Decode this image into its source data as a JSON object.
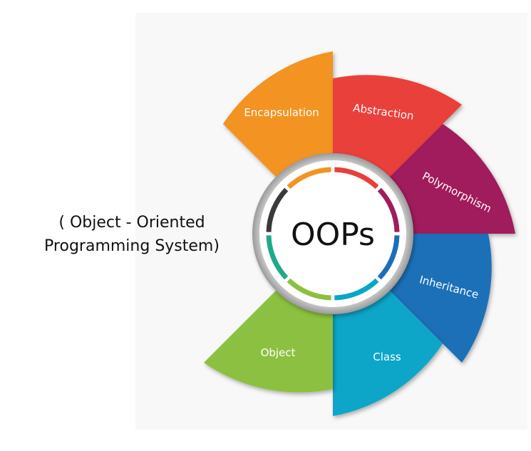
{
  "center_title": "OOPs",
  "subtitle_line1": "( Object - Oriented",
  "subtitle_line2": "Programming System)",
  "petals": [
    {
      "label": "Encapsulation",
      "color": "#f39323"
    },
    {
      "label": "Abstraction",
      "color": "#e9403a"
    },
    {
      "label": "Polymorphism",
      "color": "#a01c5c"
    },
    {
      "label": "Inheritance",
      "color": "#1a6fb8"
    },
    {
      "label": "Class",
      "color": "#08a6c8"
    },
    {
      "label": "Object",
      "color": "#8cc03f"
    }
  ],
  "ring_colors": [
    "#f39323",
    "#e9403a",
    "#a01c5c",
    "#1a6fb8",
    "#08a6c8",
    "#8cc03f",
    "#1fa98a",
    "#3a3a3a"
  ]
}
